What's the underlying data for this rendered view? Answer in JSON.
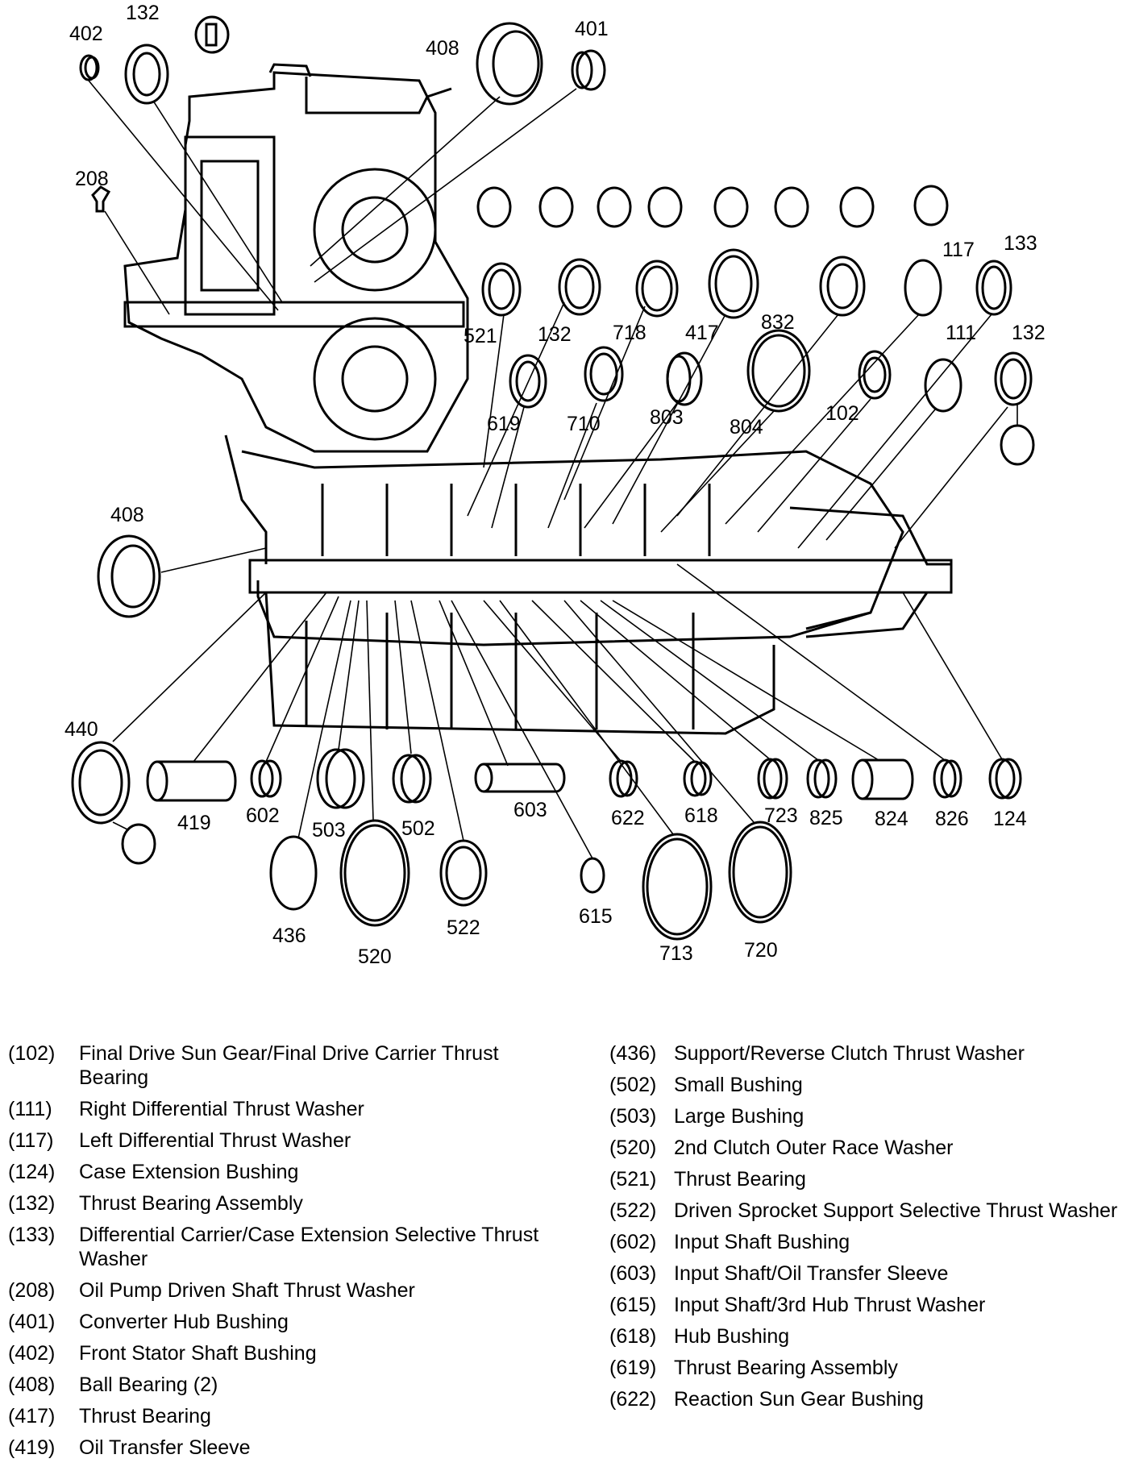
{
  "callouts": [
    {
      "label": "132"
    },
    {
      "label": "402"
    },
    {
      "label": "408"
    },
    {
      "label": "401"
    },
    {
      "label": "208"
    },
    {
      "label": "117"
    },
    {
      "label": "133"
    },
    {
      "label": "521"
    },
    {
      "label": "132"
    },
    {
      "label": "718"
    },
    {
      "label": "417"
    },
    {
      "label": "832"
    },
    {
      "label": "111"
    },
    {
      "label": "132"
    },
    {
      "label": "619"
    },
    {
      "label": "710"
    },
    {
      "label": "803"
    },
    {
      "label": "804"
    },
    {
      "label": "102"
    },
    {
      "label": "408"
    },
    {
      "label": "440"
    },
    {
      "label": "419"
    },
    {
      "label": "602"
    },
    {
      "label": "503"
    },
    {
      "label": "502"
    },
    {
      "label": "603"
    },
    {
      "label": "622"
    },
    {
      "label": "618"
    },
    {
      "label": "723"
    },
    {
      "label": "825"
    },
    {
      "label": "824"
    },
    {
      "label": "826"
    },
    {
      "label": "124"
    },
    {
      "label": "436"
    },
    {
      "label": "520"
    },
    {
      "label": "522"
    },
    {
      "label": "615"
    },
    {
      "label": "713"
    },
    {
      "label": "720"
    }
  ],
  "legend": {
    "left": [
      {
        "code": "(102)",
        "desc": "Final Drive Sun Gear/Final Drive Carrier Thrust Bearing"
      },
      {
        "code": "(111)",
        "desc": "Right Differential Thrust Washer"
      },
      {
        "code": "(117)",
        "desc": "Left Differential Thrust Washer"
      },
      {
        "code": "(124)",
        "desc": "Case Extension Bushing"
      },
      {
        "code": "(132)",
        "desc": "Thrust Bearing Assembly"
      },
      {
        "code": "(133)",
        "desc": "Differential Carrier/Case Extension Selective Thrust Washer"
      },
      {
        "code": "(208)",
        "desc": "Oil Pump Driven Shaft Thrust Washer"
      },
      {
        "code": "(401)",
        "desc": "Converter Hub Bushing"
      },
      {
        "code": "(402)",
        "desc": "Front Stator Shaft Bushing"
      },
      {
        "code": "(408)",
        "desc": "Ball Bearing (2)"
      },
      {
        "code": "(417)",
        "desc": "Thrust Bearing"
      },
      {
        "code": "(419)",
        "desc": "Oil Transfer Sleeve"
      }
    ],
    "right": [
      {
        "code": "(436)",
        "desc": "Support/Reverse Clutch Thrust Washer"
      },
      {
        "code": "(502)",
        "desc": "Small Bushing"
      },
      {
        "code": "(503)",
        "desc": "Large Bushing"
      },
      {
        "code": "(520)",
        "desc": "2nd Clutch Outer Race Washer"
      },
      {
        "code": "(521)",
        "desc": "Thrust Bearing"
      },
      {
        "code": "(522)",
        "desc": "Driven Sprocket Support Selective Thrust Washer"
      },
      {
        "code": "(602)",
        "desc": "Input Shaft Bushing"
      },
      {
        "code": "(603)",
        "desc": "Input Shaft/Oil Transfer Sleeve"
      },
      {
        "code": "(615)",
        "desc": "Input Shaft/3rd Hub Thrust Washer"
      },
      {
        "code": "(618)",
        "desc": "Hub Bushing"
      },
      {
        "code": "(619)",
        "desc": "Thrust Bearing Assembly"
      },
      {
        "code": "(622)",
        "desc": "Reaction Sun Gear Bushing"
      }
    ]
  }
}
